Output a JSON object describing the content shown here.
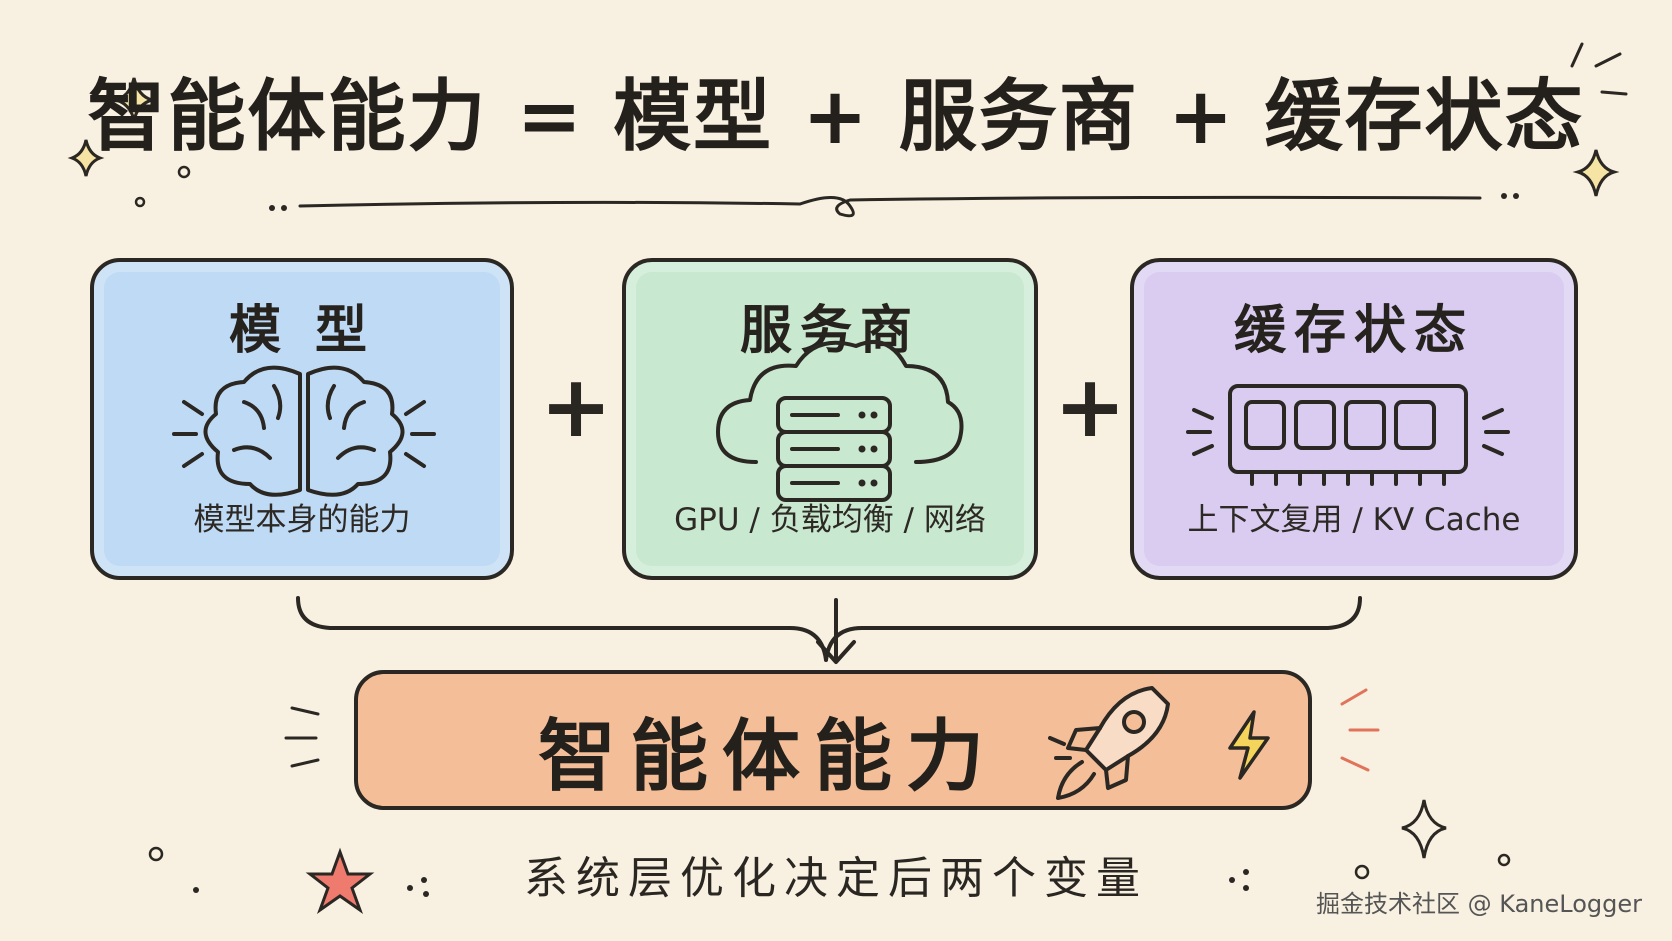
{
  "title": "智能体能力 = 模型 + 服务商 + 缓存状态",
  "cards": [
    {
      "name": "model",
      "title": "模 型",
      "subtitle": "模型本身的能力",
      "icon": "brain-icon",
      "color": "#bfdaf5"
    },
    {
      "name": "provider",
      "title": "服务商",
      "subtitle": "GPU / 负载均衡 / 网络",
      "icon": "cloud-server-icon",
      "color": "#c9e8d0"
    },
    {
      "name": "cache",
      "title": "缓存状态",
      "subtitle": "上下文复用 / KV Cache",
      "icon": "memory-chip-icon",
      "color": "#d9ccf0"
    }
  ],
  "plus_sign": "+",
  "result": {
    "label": "智能体能力",
    "icons": [
      "rocket-icon",
      "lightning-icon"
    ],
    "color": "#f4bf98"
  },
  "footer": "系统层优化决定后两个变量",
  "credit": "掘金技术社区 @ KaneLogger"
}
